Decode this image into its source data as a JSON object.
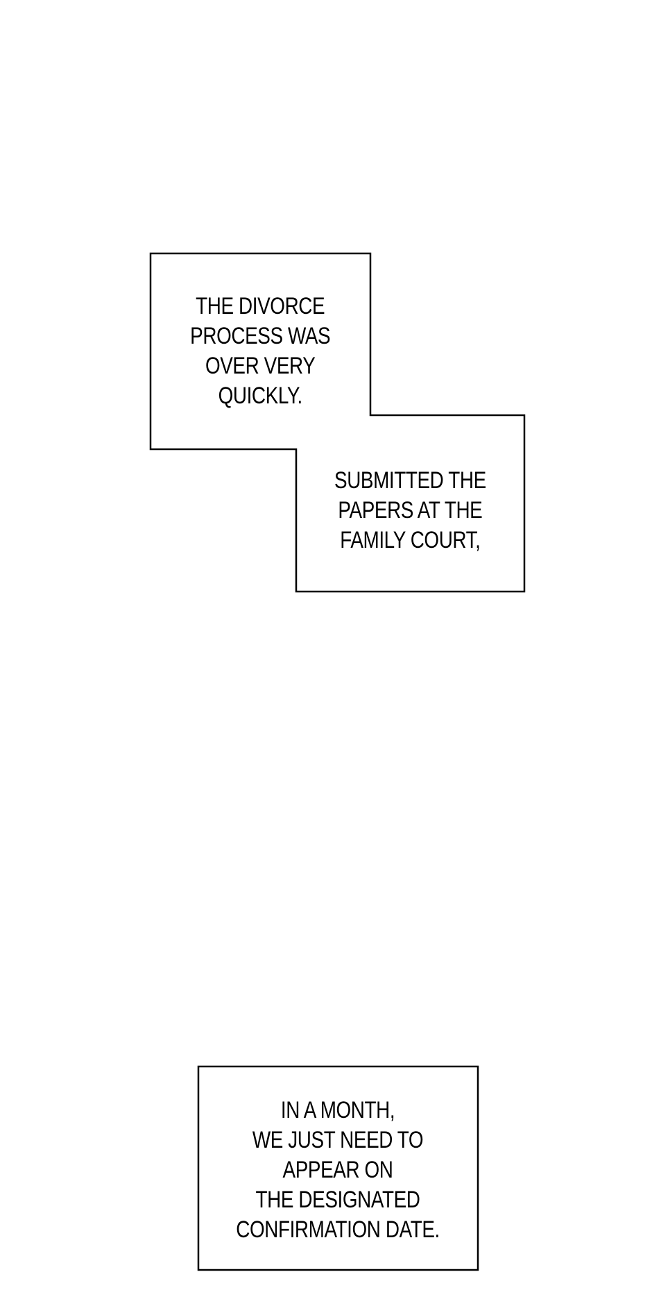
{
  "page": {
    "background_color": "#ffffff",
    "ink_color": "#000000"
  },
  "balloons": [
    {
      "id": "caption-divorce-process",
      "text": "THE DIVORCE\nPROCESS WAS\nOVER VERY\nQUICKLY."
    },
    {
      "id": "caption-submitted-papers",
      "text": "SUBMITTED THE\nPAPERS AT THE\nFAMILY COURT,"
    },
    {
      "id": "caption-confirmation-date",
      "text": "IN A MONTH,\nWE JUST NEED TO\nAPPEAR ON\nTHE DESIGNATED\nCONFIRMATION DATE."
    }
  ]
}
